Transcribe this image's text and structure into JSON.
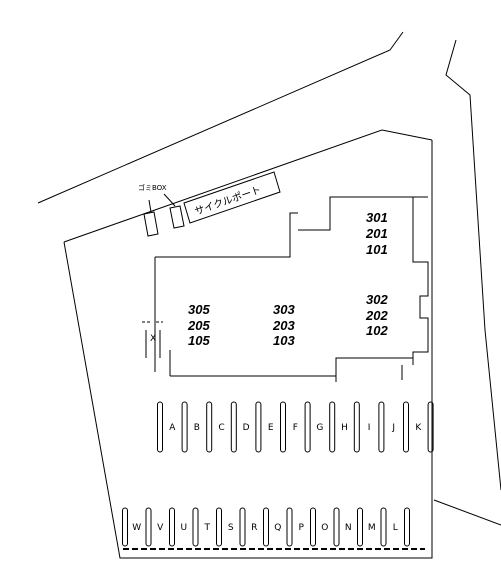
{
  "labels": {
    "trash_box": "ゴミBOX",
    "cycle_port": "サイクルポート"
  },
  "rooms": {
    "col_left": [
      "305",
      "205",
      "105"
    ],
    "col_mid": [
      "303",
      "203",
      "103"
    ],
    "col_right_top": [
      "301",
      "201",
      "101"
    ],
    "col_right_mid": [
      "302",
      "202",
      "102"
    ]
  },
  "parking_x": "X",
  "parking_row_upper": [
    "A",
    "B",
    "C",
    "D",
    "E",
    "F",
    "G",
    "H",
    "I",
    "J",
    "K"
  ],
  "parking_row_lower": [
    "W",
    "V",
    "U",
    "T",
    "S",
    "R",
    "Q",
    "P",
    "O",
    "N",
    "M",
    "L"
  ]
}
